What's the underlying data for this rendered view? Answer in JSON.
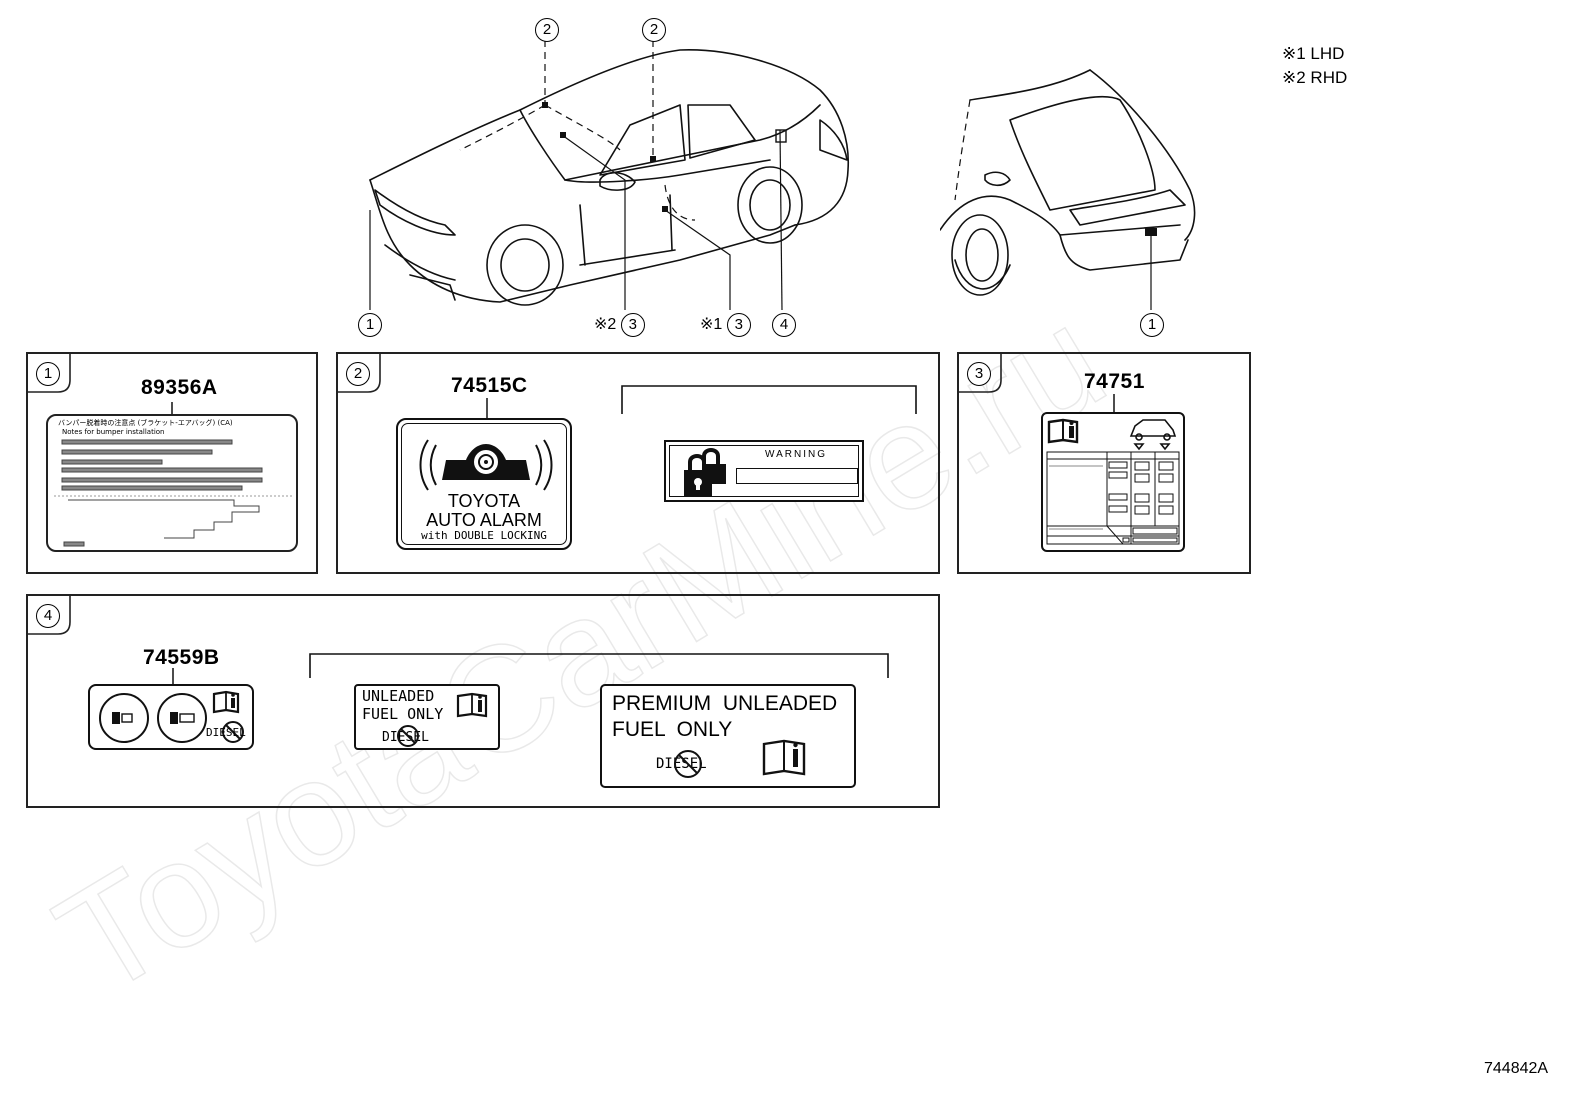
{
  "legend": {
    "note1": "※1 LHD",
    "note2": "※2 RHD"
  },
  "callouts": {
    "c1": "1",
    "c2": "2",
    "c3": "3",
    "c4": "4",
    "lhd_mark": "※1",
    "rhd_mark": "※2"
  },
  "panels": {
    "p1": {
      "index": "1",
      "part": "89356A",
      "label_line1": "バンパー脱着時の注意点 (ブラケット-エアバッグ) (CA)",
      "label_line2": "Notes for bumper installation"
    },
    "p2": {
      "index": "2",
      "part": "74515C",
      "alarm_line1": "TOYOTA",
      "alarm_line2": "AUTO ALARM",
      "alarm_line3": "with DOUBLE LOCKING",
      "warning": "WARNING"
    },
    "p3": {
      "index": "3",
      "part": "74751"
    },
    "p4": {
      "index": "4",
      "part": "74559B",
      "diesel": "DIESEL",
      "unleaded_line1": "UNLEADED",
      "unleaded_line2": "FUEL ONLY",
      "premium_line1": "PREMIUM  UNLEADED",
      "premium_line2": "FUEL  ONLY"
    }
  },
  "figure_code": "744842A",
  "watermark": "ToyotaCarMine.ru"
}
